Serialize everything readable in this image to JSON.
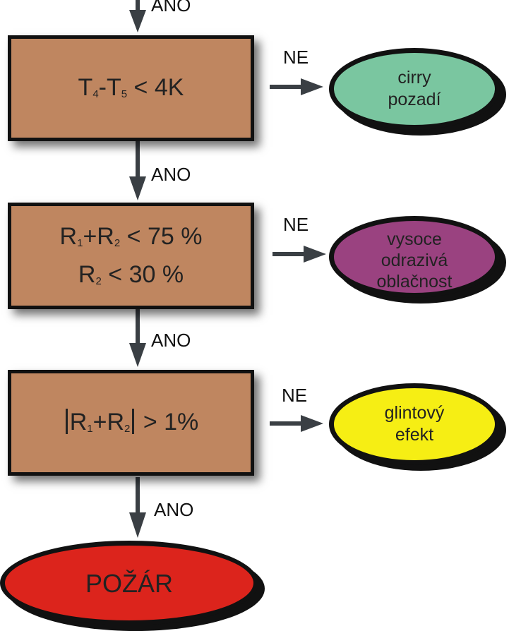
{
  "edges": {
    "yes": "ANO",
    "no": "NE"
  },
  "steps": [
    {
      "condition_parts": [
        {
          "t": "T"
        },
        {
          "s": "4"
        },
        {
          "t": "-T"
        },
        {
          "s": "5"
        },
        {
          "t": " < 4K"
        }
      ],
      "no_result": [
        "cirry",
        "pozadí"
      ],
      "no_color": "#7ac6a0"
    },
    {
      "condition_parts_line1": [
        {
          "t": "R"
        },
        {
          "s": "1"
        },
        {
          "t": "+R"
        },
        {
          "s": "2"
        },
        {
          "t": " < 75 %"
        }
      ],
      "condition_parts_line2": [
        {
          "t": "R"
        },
        {
          "s": "2"
        },
        {
          "t": " < 30 %"
        }
      ],
      "no_result": [
        "vysoce",
        "odrazivá",
        "oblačnost"
      ],
      "no_color": "#9a4280"
    },
    {
      "condition_parts": [
        {
          "bar": true
        },
        {
          "t": "R"
        },
        {
          "s": "1"
        },
        {
          "t": "+R"
        },
        {
          "s": "2"
        },
        {
          "bar": true
        },
        {
          "t": " > 1%"
        }
      ],
      "no_result": [
        "glintový",
        "efekt"
      ],
      "no_color": "#f6ee14"
    }
  ],
  "final_result": "POŽÁR",
  "colors": {
    "box_fill": "#bf8660",
    "border": "#111111",
    "arrow": "#3a3f44",
    "final_fill": "#dc241c"
  }
}
